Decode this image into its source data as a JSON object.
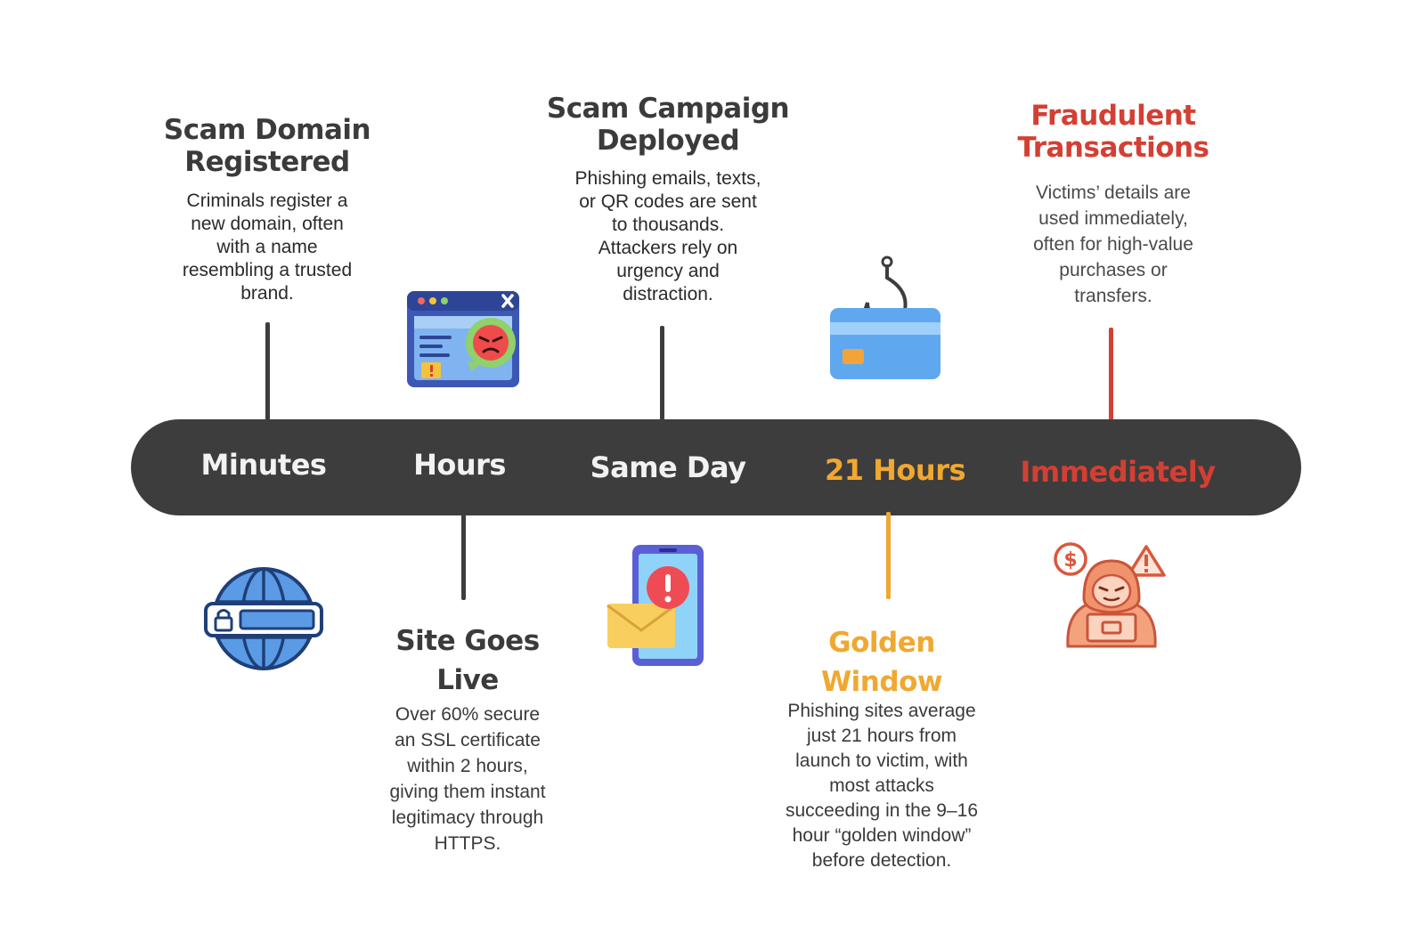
{
  "colors": {
    "dark": "#3d3d3d",
    "white_label": "#f2f2f2",
    "orange": "#f0a830",
    "red": "#d43f33"
  },
  "timeline": {
    "labels": [
      "Minutes",
      "Hours",
      "Same Day",
      "21 Hours",
      "Immediately"
    ]
  },
  "events": [
    {
      "title_line1": "Scam Domain",
      "title_line2": "Registered",
      "desc": [
        "Criminals register a",
        "new domain, often",
        "with a name",
        "resembling a trusted",
        "brand."
      ],
      "icon": "globe-lock-icon"
    },
    {
      "title_line1": "Site Goes",
      "title_line2": "Live",
      "desc": [
        "Over 60% secure",
        "an SSL certificate",
        "within 2 hours,",
        "giving them instant",
        "legitimacy through",
        "HTTPS."
      ],
      "icon": "malicious-browser-icon"
    },
    {
      "title_line1": "Scam Campaign",
      "title_line2": "Deployed",
      "desc": [
        "Phishing emails, texts,",
        "or QR codes are sent",
        "to thousands.",
        "Attackers rely on",
        "urgency and",
        "distraction."
      ],
      "icon": "phone-email-alert-icon"
    },
    {
      "title_line1": "Golden",
      "title_line2": "Window",
      "desc": [
        "Phishing sites average",
        "just 21 hours from",
        "launch to victim, with",
        "most attacks",
        "succeeding in the 9–16",
        "hour “golden window”",
        "before detection."
      ],
      "icon": "hooked-credit-card-icon"
    },
    {
      "title_line1": "Fraudulent",
      "title_line2": "Transactions",
      "desc": [
        "Victims’ details are",
        "used immediately,",
        "often for high-value",
        "purchases or",
        "transfers."
      ],
      "icon": "hacker-warning-icon"
    }
  ]
}
